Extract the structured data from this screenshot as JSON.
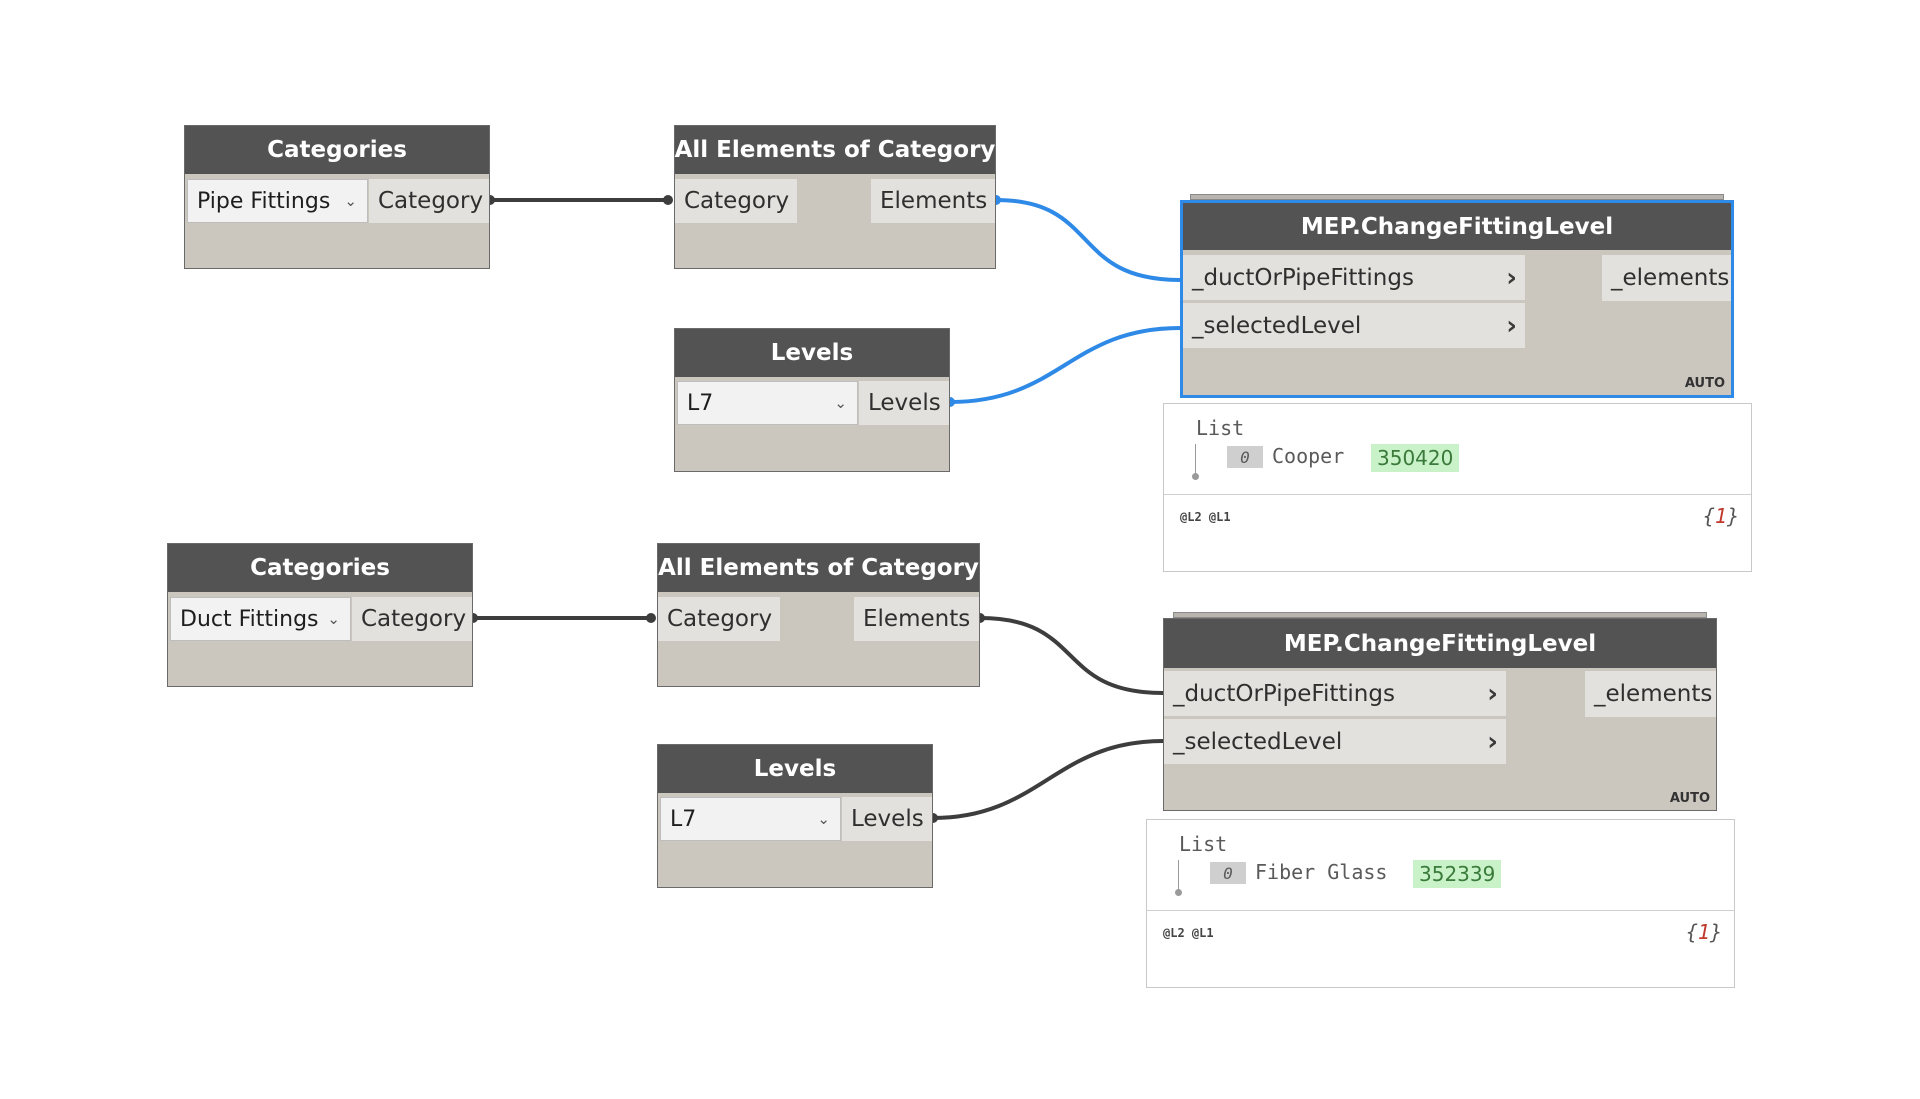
{
  "colors": {
    "header_bg": "#535353",
    "node_body": "#cbc6be",
    "port_bg": "#e3e1dd",
    "wire_dark": "#3d3d3d",
    "wire_selected": "#2e8ae6",
    "preview_id_bg": "#c9f2c9"
  },
  "group1": {
    "categories": {
      "title": "Categories",
      "selected": "Pipe Fittings",
      "output": "Category"
    },
    "all_elements": {
      "title": "All Elements of Category",
      "input": "Category",
      "output": "Elements"
    },
    "levels": {
      "title": "Levels",
      "selected": "L7",
      "output": "Levels"
    },
    "change_level": {
      "title": "MEP.ChangeFittingLevel",
      "input1": "_ductOrPipeFittings",
      "input2": "_selectedLevel",
      "output": "_elements",
      "lacing": "AUTO",
      "selected": true
    },
    "preview": {
      "list_label": "List",
      "index": "0",
      "name": "Cooper",
      "element_id": "350420",
      "levels": "@L2 @L1",
      "count_open": "{",
      "count": "1",
      "count_close": "}"
    }
  },
  "group2": {
    "categories": {
      "title": "Categories",
      "selected": "Duct Fittings",
      "output": "Category"
    },
    "all_elements": {
      "title": "All Elements of Category",
      "input": "Category",
      "output": "Elements"
    },
    "levels": {
      "title": "Levels",
      "selected": "L7",
      "output": "Levels"
    },
    "change_level": {
      "title": "MEP.ChangeFittingLevel",
      "input1": "_ductOrPipeFittings",
      "input2": "_selectedLevel",
      "output": "_elements",
      "lacing": "AUTO",
      "selected": false
    },
    "preview": {
      "list_label": "List",
      "index": "0",
      "name": "Fiber Glass",
      "element_id": "352339",
      "levels": "@L2 @L1",
      "count_open": "{",
      "count": "1",
      "count_close": "}"
    }
  }
}
